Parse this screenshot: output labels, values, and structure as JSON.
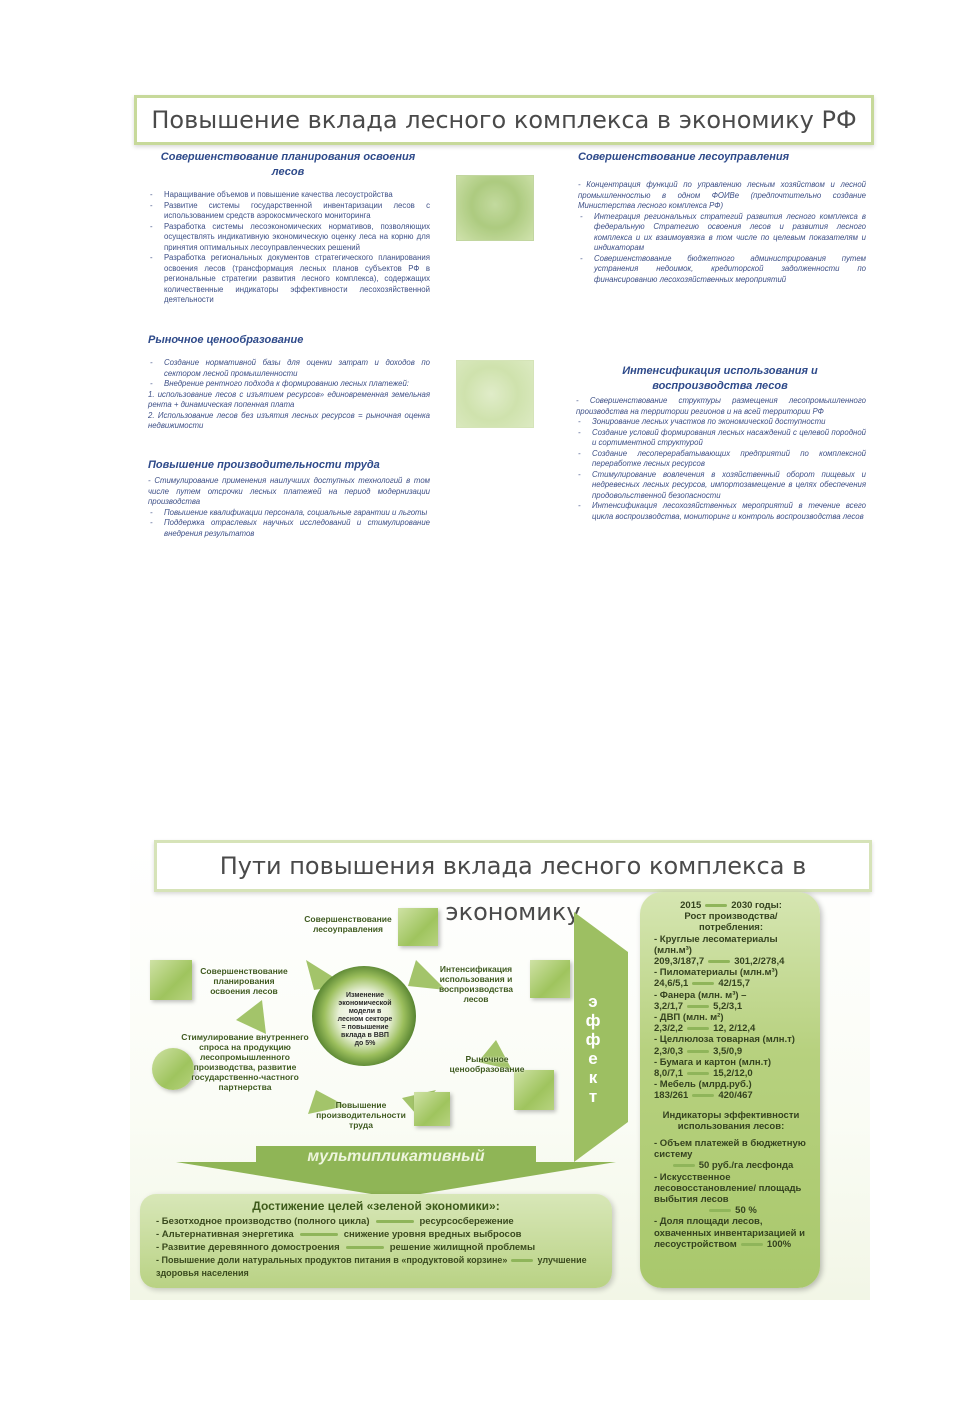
{
  "slide1": {
    "title": "Повышение вклада лесного комплекса в экономику РФ",
    "planning": {
      "heading": "Совершенствование планирования освоения лесов",
      "items": [
        "Наращивание объемов и повышение качества лесоустройства",
        "Развитие системы государственной инвентаризации лесов с использованием средств аэрокосмического мониторинга",
        "Разработка системы лесоэкономических нормативов, позволяющих осуществлять индикативную экономическую оценку леса на корню для принятия оптимальных лесоуправленческих решений",
        "Разработка региональных документов стратегического планирования освоения лесов (трансформация лесных планов субъектов РФ в региональные стратегии развития лесного комплекса), содержащих количественные индикаторы эффективности лесохозяйственной деятельности"
      ]
    },
    "pricing": {
      "heading": "Рыночное ценообразование",
      "items": [
        "Создание нормативной базы для оценки затрат и доходов по сектором лесной промышленности",
        "Внедрение рентного подхода к формированию лесных платежей:"
      ],
      "notes": [
        "1. использование лесов с изъятием ресурсов» единовременная земельная рента + динамическая попенная плата",
        "2. Использование лесов без изъятия лесных ресурсов = рыночная оценка недвижимости"
      ]
    },
    "productivity": {
      "heading": "Повышение производительности труда",
      "lead": "- Стимулирование применения наилучших доступных технологий в том числе путем отсрочки лесных платежей на период модернизации производства",
      "items": [
        "Повышение квалификации персонала, социальные гарантии и льготы",
        "Поддержка отраслевых научных исследований и стимулирование внедрения результатов"
      ]
    },
    "management": {
      "heading": "Совершенствование лесоуправления",
      "lead": "- Концентрация функций по управлению лесным хозяйством и лесной промышленностью в одном ФОИВе (предпочтительно создание Министерства лесного комплекса РФ)",
      "items": [
        "Интеграция региональных стратегий развития лесного комплекса в федеральную Стратегию освоения лесов и развития лесного комплекса и их взаимоувязка в том числе по целевым показателям и индикаторам",
        "Совершенствование бюджетного администрирования путем устранения недоимок, кредиторской задолженности по финансированию лесохозяйственных мероприятий"
      ]
    },
    "intensification": {
      "heading": "Интенсификация использования и воспроизводства лесов",
      "lead": "- Совершенствование структуры размещения лесопромышленного производства на территории регионов и на всей территории РФ",
      "items": [
        "Зонирование лесных участков по экономической доступности",
        "Создание условий формирования лесных насаждений с целевой породной и сортиментной структурой",
        "Создание лесоперерабатывающих предприятий по комплексной переработке лесных ресурсов",
        "Стимулирование вовлечения в хозяйственный оборот пищевых и недревесных лесных ресурсов, импортозамещение в целях обеспечения продовольственной безопасности",
        "Интенсификация лесохозяйственных мероприятий в течение всего цикла воспроизводства, мониторинг и контроль воспроизводства лесов"
      ]
    }
  },
  "slide2": {
    "title": "Пути повышения вклада лесного комплекса в экономику",
    "hub": "Изменение экономической модели в лесном секторе = повышение вклада в ВВП до 5%",
    "nodes": {
      "management": "Совершенствование лесоуправления",
      "planning": "Совершенствование планирования освоения лесов",
      "intensification": "Интенсификация использования и воспроизводства лесов",
      "demand": "Стимулирование внутреннего спроса на продукцию лесопромышленного производства, развитие государственно-частного партнерства",
      "pricing": "Рыночное ценообразование",
      "productivity": "Повышение производительности труда"
    },
    "effect_letters": [
      "э",
      "ф",
      "ф",
      "е",
      "к",
      "т"
    ],
    "multiplier": "мультипликативный",
    "goals": {
      "heading": "Достижение целей «зеленой экономики»:",
      "rows": [
        {
          "left": "- Безотходное производство (полного цикла)",
          "right": "ресурсосбережение"
        },
        {
          "left": "- Альтернативная энергетика",
          "right": "снижение уровня вредных выбросов"
        },
        {
          "left": "- Развитие деревянного домостроения",
          "right": "решение жилищной проблемы"
        },
        {
          "left": "- Повышение доли натуральных продуктов питания в «продуктовой корзине»",
          "right": "улучшение здоровья населения"
        }
      ]
    },
    "panel": {
      "years_from": "2015",
      "years_to": "2030 годы:",
      "heading": "Рост производства/ потребления:",
      "products": [
        {
          "name": "- Круглые лесоматериалы (млн.м³)",
          "from": "209,3/187,7",
          "to": "301,2/278,4"
        },
        {
          "name": "- Пиломатериалы (млн.м³)",
          "from": "24,6/5,1",
          "to": "42/15,7"
        },
        {
          "name": "- Фанера (млн. м³) –",
          "from": "3,2/1,7",
          "to": "5,2/3,1"
        },
        {
          "name": "- ДВП (млн. м²)",
          "from": "2,3/2,2",
          "to": "12, 2/12,4"
        },
        {
          "name": "- Целлюлоза товарная (млн.т)",
          "from": "2,3/0,3",
          "to": "3,5/0,9"
        },
        {
          "name": "- Бумага и картон (млн.т)",
          "from": "8,0/7,1",
          "to": "15,2/12,0"
        },
        {
          "name": "- Мебель (млрд.руб.)",
          "from": "183/261",
          "to": "420/467"
        }
      ],
      "indicators_heading": "Индикаторы эффективности использования лесов:",
      "indicators": [
        {
          "text": "- Объем платежей в бюджетную систему",
          "value": "50 руб./га лесфонда"
        },
        {
          "text": "- Искусственное лесовосстановление/ площадь выбытия лесов",
          "value": "50 %"
        },
        {
          "text": "- Доля площади лесов, охваченных инвентаризацией и лесоустройством",
          "value": "100%"
        }
      ]
    }
  }
}
